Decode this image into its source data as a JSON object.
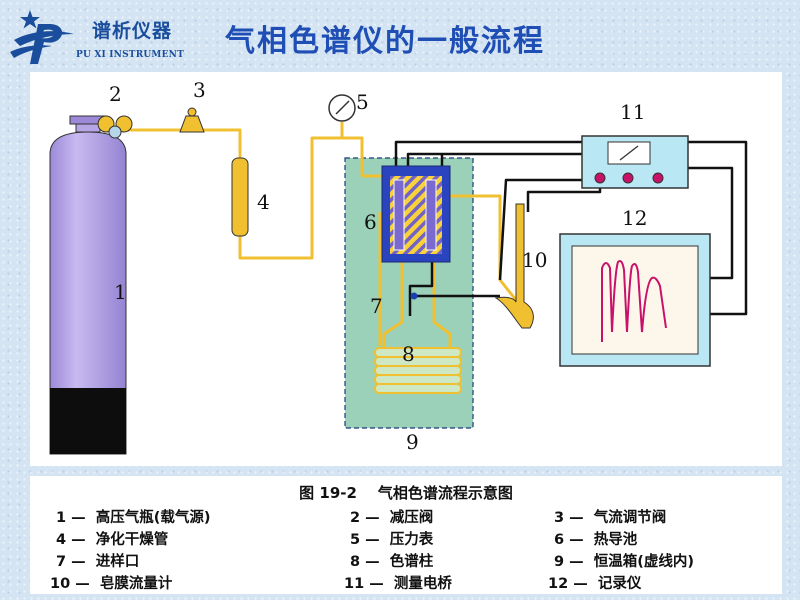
{
  "header": {
    "logo_name": "谱析仪器",
    "logo_en": "PU XI INSTRUMENT",
    "title": "气相色谱仪的一般流程"
  },
  "diagram": {
    "labels": [
      "1",
      "2",
      "3",
      "4",
      "5",
      "6",
      "7",
      "8",
      "9",
      "10",
      "11",
      "12"
    ]
  },
  "caption": {
    "figure_title": "图 19-2    气相色谱流程示意图",
    "legend": [
      "1 —  高压气瓶(载气源)",
      "2 —  减压阀",
      "3 —  气流调节阀",
      "4 —  净化干燥管",
      "5 —  压力表",
      "6 —  热导池",
      "7 —  进样口",
      "8 —  色谱柱",
      "9 —  恒温箱(虚线内)",
      "10 —  皂膜流量计",
      "11 —  测量电桥",
      "12 —  记录仪"
    ]
  },
  "colors": {
    "title": "#1f4fb5",
    "cylinder": "#b7a6e6",
    "gas_line": "#f0c030",
    "oven": "#9ad1b8",
    "bridge_box": "#b9e7f3",
    "recorder_screen": "#fdf6ea",
    "trace": "#c8126a"
  }
}
